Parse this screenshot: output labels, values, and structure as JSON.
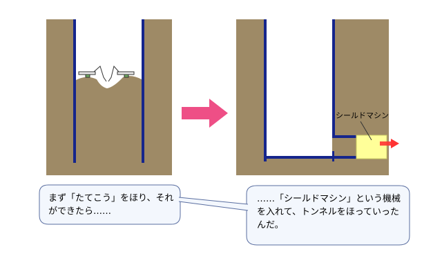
{
  "colors": {
    "ground": "#9e8a66",
    "wall": "#15258c",
    "arrow": "#ee4f86",
    "machine": "#ffff99",
    "thrust": "#ff3333",
    "bubble_fill": "#f3f7fd",
    "bubble_stroke": "#5a6ea0"
  },
  "diagram": {
    "machine_label": "シールドマシン"
  },
  "captions": {
    "left": "まず「たてこう」をほり、それができたら……",
    "right": "……「シールドマシン」という機械を入れて、トンネルをほっていったんだ。"
  }
}
